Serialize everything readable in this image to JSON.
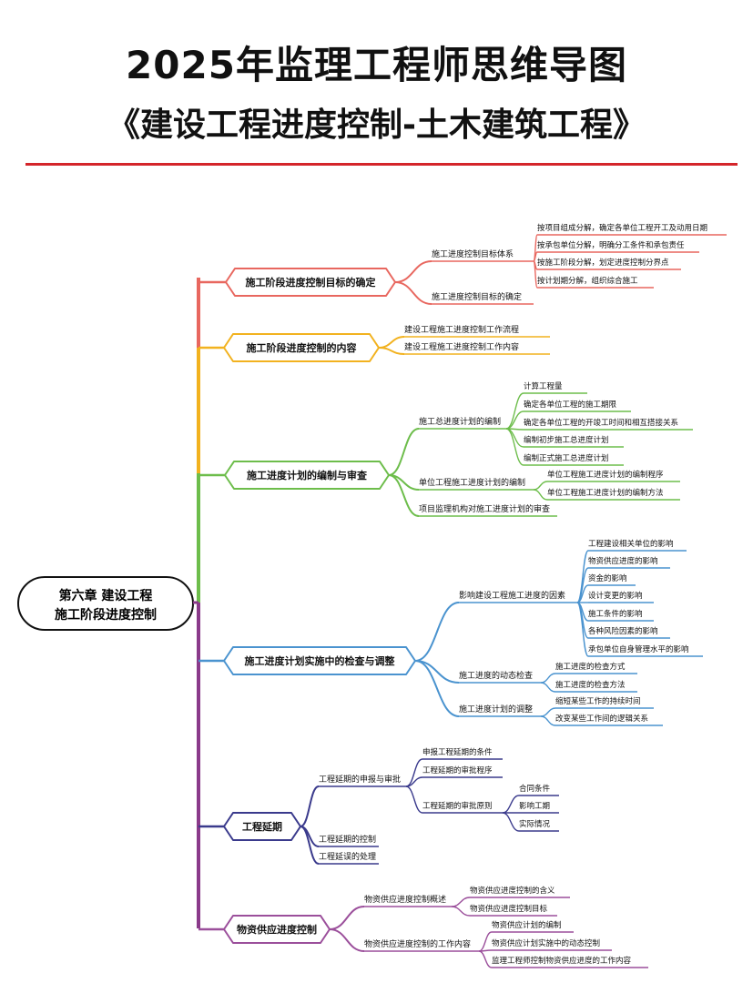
{
  "header": {
    "title": "2025年监理工程师思维导图",
    "subtitle": "《建设工程进度控制-土木建筑工程》"
  },
  "mindmap": {
    "root": {
      "line1": "第六章  建设工程",
      "line2": "施工阶段进度控制"
    },
    "branches": [
      {
        "label": "施工阶段进度控制目标的确定",
        "color": "#e8675f",
        "children": [
          {
            "label": "施工进度控制目标体系",
            "children": [
              {
                "label": "按项目组成分解，确定各单位工程开工及动用日期"
              },
              {
                "label": "按承包单位分解，明确分工条件和承包责任"
              },
              {
                "label": "按施工阶段分解，划定进度控制分界点"
              },
              {
                "label": "按计划期分解，组织综合施工"
              }
            ]
          },
          {
            "label": "施工进度控制目标的确定"
          }
        ]
      },
      {
        "label": "施工阶段进度控制的内容",
        "color": "#f2b21f",
        "children": [
          {
            "label": "建设工程施工进度控制工作流程"
          },
          {
            "label": "建设工程施工进度控制工作内容"
          }
        ]
      },
      {
        "label": "施工进度计划的编制与审查",
        "color": "#6dbd4b",
        "children": [
          {
            "label": "施工总进度计划的编制",
            "children": [
              {
                "label": "计算工程量"
              },
              {
                "label": "确定各单位工程的施工期限"
              },
              {
                "label": "确定各单位工程的开竣工时间和相互搭接关系"
              },
              {
                "label": "编制初步施工总进度计划"
              },
              {
                "label": "编制正式施工总进度计划"
              }
            ]
          },
          {
            "label": "单位工程施工进度计划的编制",
            "children": [
              {
                "label": "单位工程施工进度计划的编制程序"
              },
              {
                "label": "单位工程施工进度计划的编制方法"
              }
            ]
          },
          {
            "label": "项目监理机构对施工进度计划的审查"
          }
        ]
      },
      {
        "label": "施工进度计划实施中的检查与调整",
        "color": "#4a93cf",
        "children": [
          {
            "label": "影响建设工程施工进度的因素",
            "children": [
              {
                "label": "工程建设相关单位的影响"
              },
              {
                "label": "物资供应进度的影响"
              },
              {
                "label": "资金的影响"
              },
              {
                "label": "设计变更的影响"
              },
              {
                "label": "施工条件的影响"
              },
              {
                "label": "各种风险因素的影响"
              },
              {
                "label": "承包单位自身管理水平的影响"
              }
            ]
          },
          {
            "label": "施工进度的动态检查",
            "children": [
              {
                "label": "施工进度的检查方式"
              },
              {
                "label": "施工进度的检查方法"
              }
            ]
          },
          {
            "label": "施工进度计划的调整",
            "children": [
              {
                "label": "缩短某些工作的持续时间"
              },
              {
                "label": "改变某些工作间的逻辑关系"
              }
            ]
          }
        ]
      },
      {
        "label": "工程延期",
        "color": "#3a3a8c",
        "children": [
          {
            "label": "工程延期的申报与审批",
            "children": [
              {
                "label": "申报工程延期的条件"
              },
              {
                "label": "工程延期的审批程序"
              },
              {
                "label": "工程延期的审批原则",
                "children": [
                  {
                    "label": "合同条件"
                  },
                  {
                    "label": "影响工期"
                  },
                  {
                    "label": "实际情况"
                  }
                ]
              }
            ]
          },
          {
            "label": "工程延期的控制"
          },
          {
            "label": "工程延误的处理"
          }
        ]
      },
      {
        "label": "物资供应进度控制",
        "color": "#9b4f9b",
        "children": [
          {
            "label": "物资供应进度控制概述",
            "children": [
              {
                "label": "物资供应进度控制的含义"
              },
              {
                "label": "物资供应进度控制目标"
              }
            ]
          },
          {
            "label": "物资供应进度控制的工作内容",
            "children": [
              {
                "label": "物资供应计划的编制"
              },
              {
                "label": "物资供应计划实施中的动态控制"
              },
              {
                "label": "监理工程师控制物资供应进度的工作内容"
              }
            ]
          }
        ]
      }
    ],
    "trunk_color": "#8a3a8a"
  }
}
